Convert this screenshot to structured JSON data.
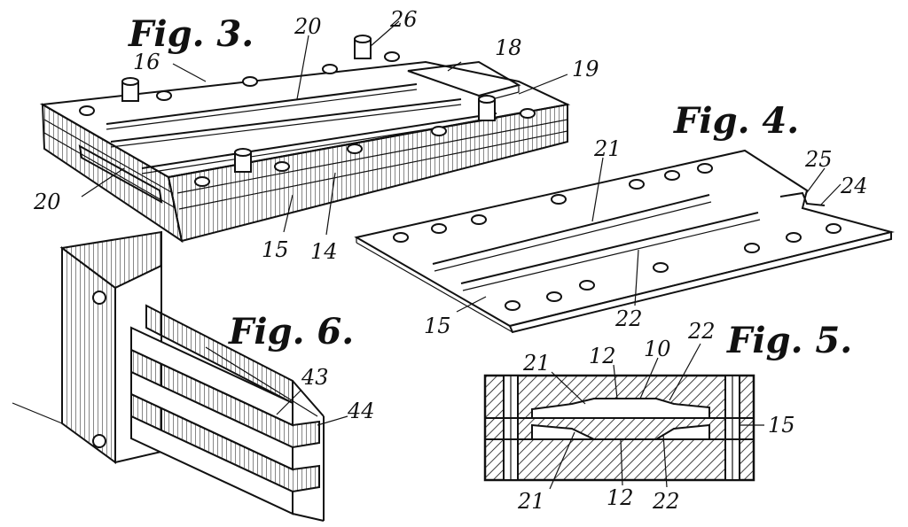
{
  "figures": {
    "fig3": "Fig. 3.",
    "fig4": "Fig. 4.",
    "fig5": "Fig. 5.",
    "fig6": "Fig. 6."
  },
  "refs": {
    "r26": "26",
    "r20_top": "20",
    "r16": "16",
    "r18": "18",
    "r19": "19",
    "r20_left": "20",
    "r15_fig3": "15",
    "r14": "14",
    "r21_fig4": "21",
    "r25": "25",
    "r24": "24",
    "r22_fig4": "22",
    "r15_fig4": "15",
    "r43": "43",
    "r44": "44",
    "r21_top": "21",
    "r12_top": "12",
    "r10": "10",
    "r22_top": "22",
    "r15_fig5": "15",
    "r21_bottom": "21",
    "r12_bottom": "12",
    "r22_bottom": "22"
  }
}
